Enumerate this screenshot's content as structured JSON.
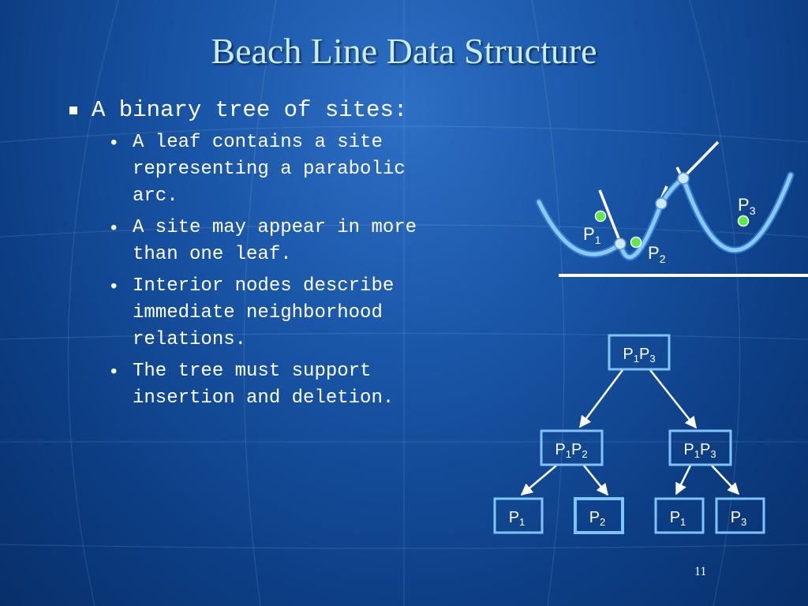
{
  "slide": {
    "title": "Beach Line Data Structure",
    "page_number": "11",
    "bullet": "A binary tree of sites:",
    "sub_bullets": [
      "A leaf contains a site\nrepresenting a parabolic\narc.",
      "A site may appear in more\nthan one leaf.",
      "Interior nodes describe\nimmediate neighborhood\nrelations.",
      "The tree must support\ninsertion and deletion."
    ]
  },
  "beach_line": {
    "sites": [
      {
        "label": "P",
        "sub": "1"
      },
      {
        "label": "P",
        "sub": "2"
      },
      {
        "label": "P",
        "sub": "3"
      }
    ]
  },
  "tree": {
    "root": {
      "l1": "P",
      "s1": "1",
      "l2": "P",
      "s2": "3"
    },
    "left": {
      "l1": "P",
      "s1": "1",
      "l2": "P",
      "s2": "2"
    },
    "right": {
      "l1": "P",
      "s1": "1",
      "l2": "P",
      "s2": "3"
    },
    "leaves": [
      {
        "label": "P",
        "sub": "1"
      },
      {
        "label": "P",
        "sub": "2"
      },
      {
        "label": "P",
        "sub": "1"
      },
      {
        "label": "P",
        "sub": "3"
      }
    ]
  },
  "colors": {
    "background": "#1a56a8",
    "title": "#c9ecff",
    "arc": "#8ccaf2",
    "site": "#5ee84a",
    "breakpoint": "#cfe8f8",
    "node_border": "#7fc4ff"
  }
}
